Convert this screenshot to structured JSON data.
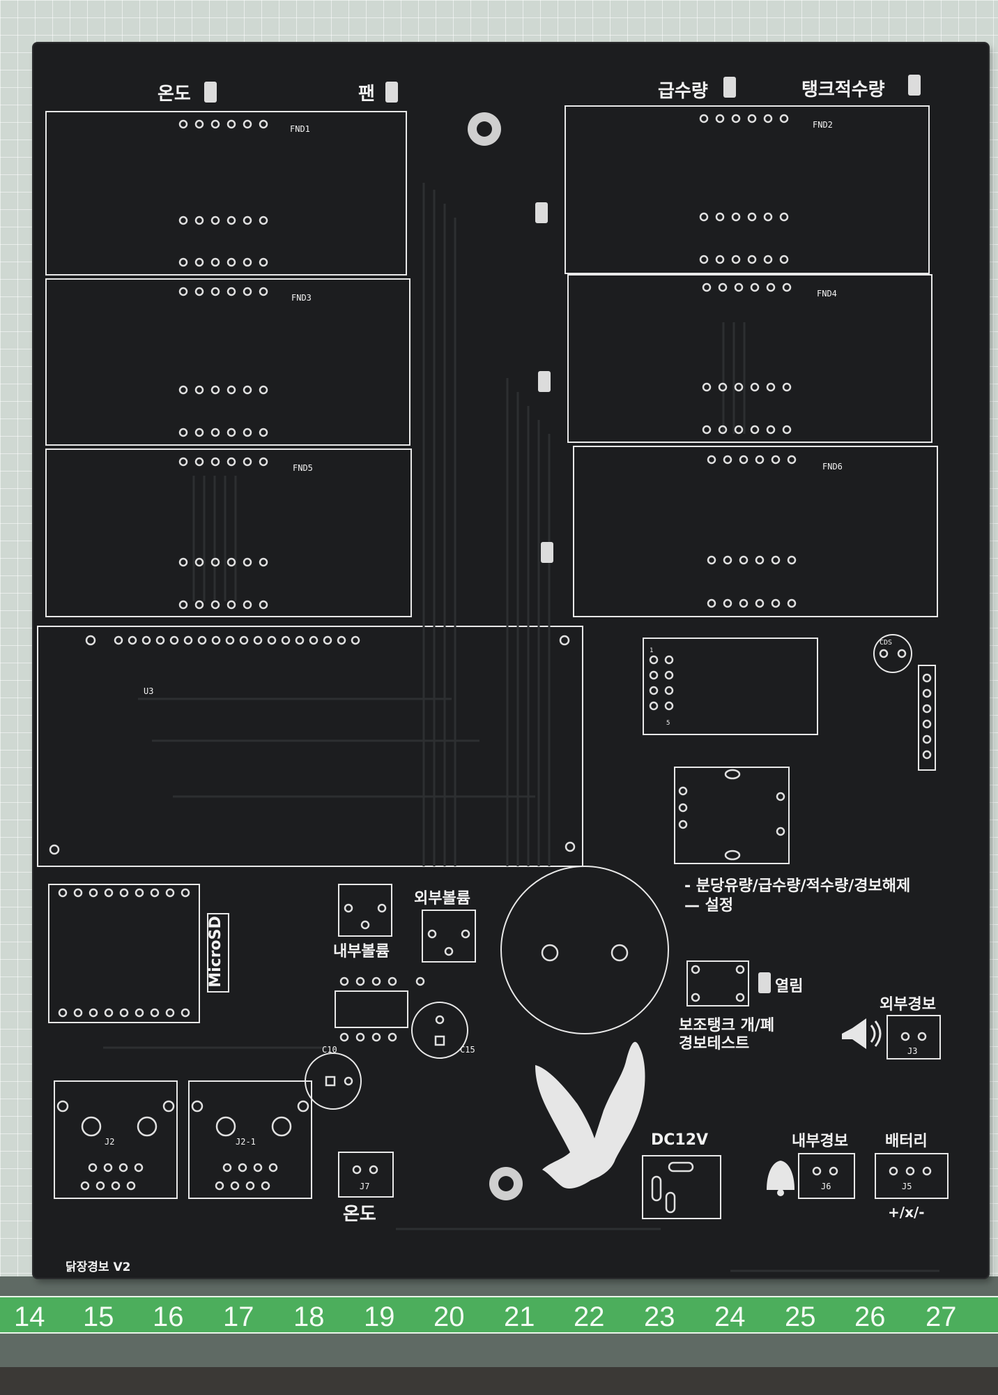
{
  "board": {
    "label_temp_top": "온도",
    "label_fan": "팬",
    "label_water_supply": "급수량",
    "label_tank_level": "탱크적수량",
    "fnd1": "FND1",
    "fnd2": "FND2",
    "fnd3": "FND3",
    "fnd4": "FND4",
    "fnd5": "FND5",
    "fnd6": "FND6",
    "u3": "U3",
    "cds": "CDS",
    "microsd": "MicroSD",
    "inner_volume": "내부볼륨",
    "outer_volume": "외부볼륨",
    "setting_line1": "- 분당유량/급수량/적수량/경보해제",
    "setting_line2": "— 설정",
    "open_label": "열림",
    "aux_tank_line1": "보조탱크 개/폐",
    "aux_tank_line2": "경보테스트",
    "external_alarm": "외부경보",
    "internal_alarm": "내부경보",
    "battery": "배터리",
    "battery_pins": "+/x/-",
    "dc12v": "DC12V",
    "temp_bottom": "온도",
    "c10": "C10",
    "c15": "C15",
    "j2": "J2",
    "j2_1": "J2-1",
    "j3": "J3",
    "j5": "J5",
    "j6": "J6",
    "j7": "J7",
    "pin1": "1",
    "pin5": "5",
    "version": "닭장경보 V2"
  },
  "ruler": {
    "marks": [
      "14",
      "15",
      "16",
      "17",
      "18",
      "19",
      "20",
      "21",
      "22",
      "23",
      "24",
      "25",
      "26",
      "27"
    ]
  }
}
